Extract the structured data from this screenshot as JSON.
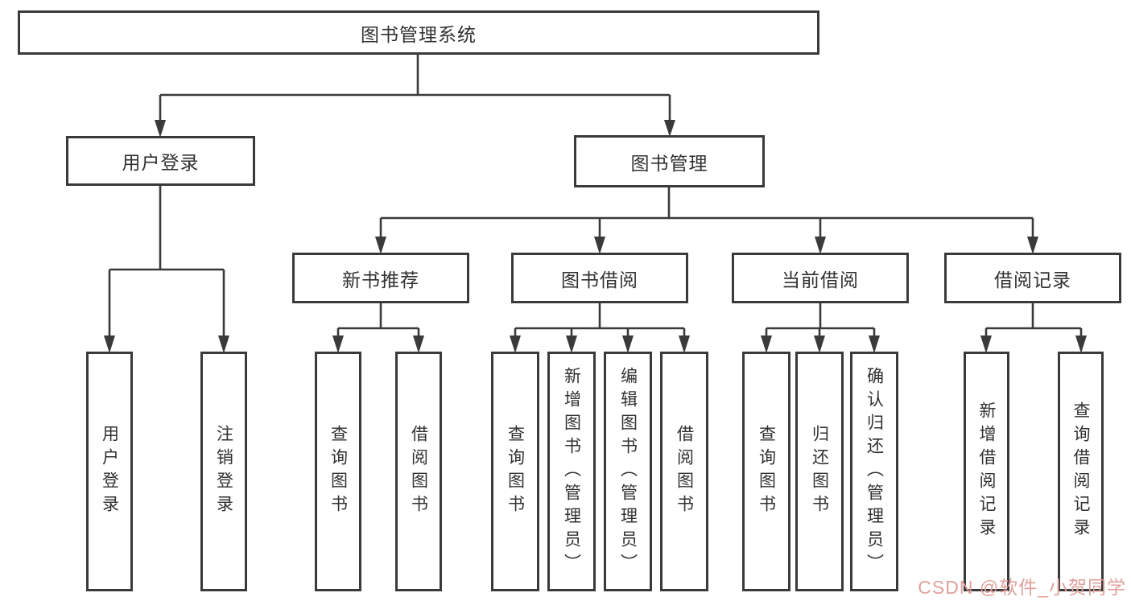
{
  "diagram": {
    "title": "图书管理系统",
    "colors": {
      "border": "#3a3a3a",
      "line": "#3a3a3a",
      "text": "#313131",
      "watermark": "#e0a09b",
      "background": "#ffffff"
    },
    "nodes": {
      "root": "图书管理系统",
      "user_login": "用户登录",
      "book_mgmt": "图书管理",
      "new_book_rec": "新书推荐",
      "book_borrow": "图书借阅",
      "current_borrow": "当前借阅",
      "borrow_records": "借阅记录",
      "leaf_user_login": "用户登录",
      "leaf_logout": "注销登录",
      "leaf_query_book_a": "查询图书",
      "leaf_borrow_book_a": "借阅图书",
      "leaf_query_book_b": "查询图书",
      "leaf_add_book": "新增图书（管理员）",
      "leaf_edit_book": "编辑图书（管理员）",
      "leaf_borrow_book_b": "借阅图书",
      "leaf_query_book_c": "查询图书",
      "leaf_return_book": "归还图书",
      "leaf_confirm_return": "确认归还（管理员）",
      "leaf_add_record": "新增借阅记录",
      "leaf_query_record": "查询借阅记录"
    },
    "watermark": "CSDN @软件_小贺同学"
  }
}
